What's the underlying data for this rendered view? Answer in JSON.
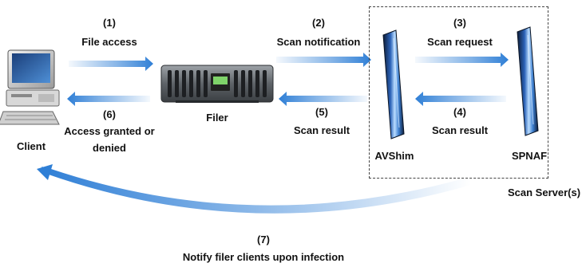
{
  "labels": {
    "client": "Client",
    "filer": "Filer",
    "avshim": "AVShim",
    "spnaf": "SPNAF",
    "scan_servers": "Scan Server(s)"
  },
  "steps": [
    {
      "num": "(1)",
      "text": "File access"
    },
    {
      "num": "(2)",
      "text": "Scan notification"
    },
    {
      "num": "(3)",
      "text": "Scan request"
    },
    {
      "num": "(4)",
      "text": "Scan result"
    },
    {
      "num": "(5)",
      "text": "Scan result"
    },
    {
      "num": "(6)",
      "text_line1": "Access granted or",
      "text_line2": "denied"
    },
    {
      "num": "(7)",
      "text": "Notify filer clients upon infection"
    }
  ],
  "colors": {
    "arrow": "#2f7fd6",
    "arrow_light": "#cfe3f7",
    "device_dark": "#1a2a48",
    "device_light": "#8fc4f5",
    "dashed_border": "#444444"
  },
  "icons": {
    "client": "desktop-computer-icon",
    "filer": "storage-appliance-icon",
    "avshim": "scan-server-blade-icon",
    "spnaf": "scan-server-blade-icon"
  }
}
